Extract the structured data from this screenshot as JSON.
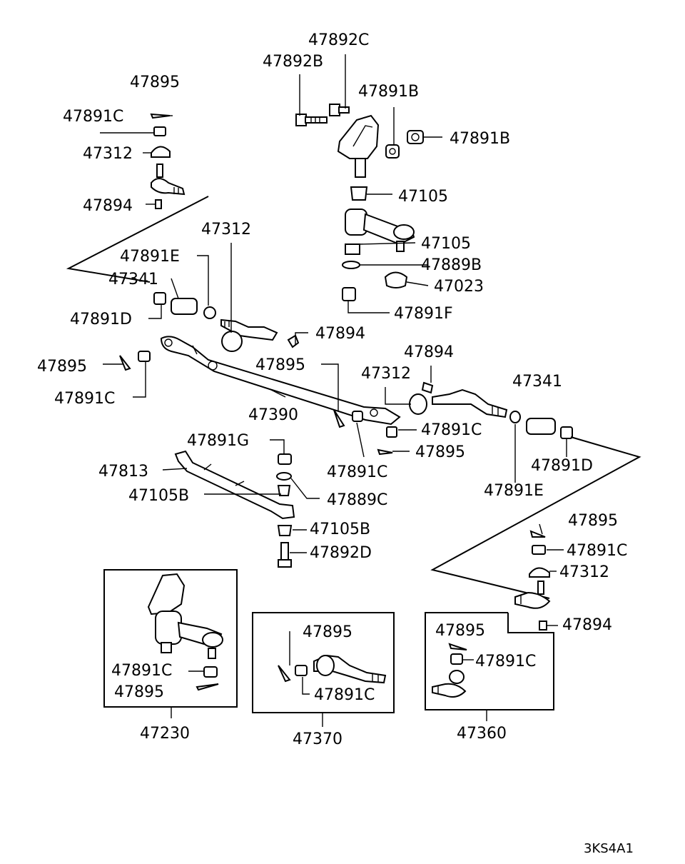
{
  "labels": {
    "l47892c": "47892C",
    "l47892b": "47892B",
    "l47891b_top": "47891B",
    "l47891b_right": "47891B",
    "l47895_a": "47895",
    "l47891c_a": "47891C",
    "l47312_a": "47312",
    "l47894_a": "47894",
    "l47105_a": "47105",
    "l47105_b": "47105",
    "l47889b": "47889B",
    "l47023": "47023",
    "l47891f": "47891F",
    "l47312_b": "47312",
    "l47891e_a": "47891E",
    "l47341_a": "47341",
    "l47891d_a": "47891D",
    "l47894_b": "47894",
    "l47895_b": "47895",
    "l47895_c": "47895",
    "l47891c_b": "47891C",
    "l47390": "47390",
    "l47894_c": "47894",
    "l47312_c": "47312",
    "l47341_b": "47341",
    "l47891c_c": "47891C",
    "l47895_d": "47895",
    "l47891g": "47891G",
    "l47813": "47813",
    "l47891c_d": "47891C",
    "l47891d_b": "47891D",
    "l47105b_a": "47105B",
    "l47889c": "47889C",
    "l47891e_b": "47891E",
    "l47105b_b": "47105B",
    "l47895_e": "47895",
    "l47891c_e": "47891C",
    "l47892d": "47892D",
    "l47312_d": "47312",
    "l47894_d": "47894",
    "l47891c_f": "47891C",
    "l47895_f": "47895",
    "l47895_g": "47895",
    "l47891c_g": "47891C",
    "l47895_h": "47895",
    "l47891c_h": "47891C",
    "l47230": "47230",
    "l47370": "47370",
    "l47360": "47360"
  },
  "diagram_code": "3KS4A1"
}
